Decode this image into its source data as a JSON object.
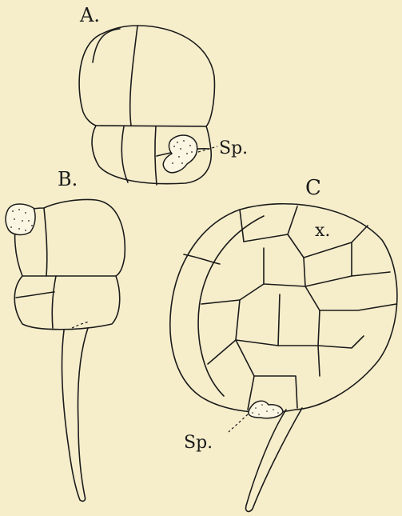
{
  "labels": {
    "a": "A.",
    "b": "B.",
    "c": "C",
    "x": "x.",
    "sp_a": "Sp.",
    "sp_c": "Sp."
  }
}
